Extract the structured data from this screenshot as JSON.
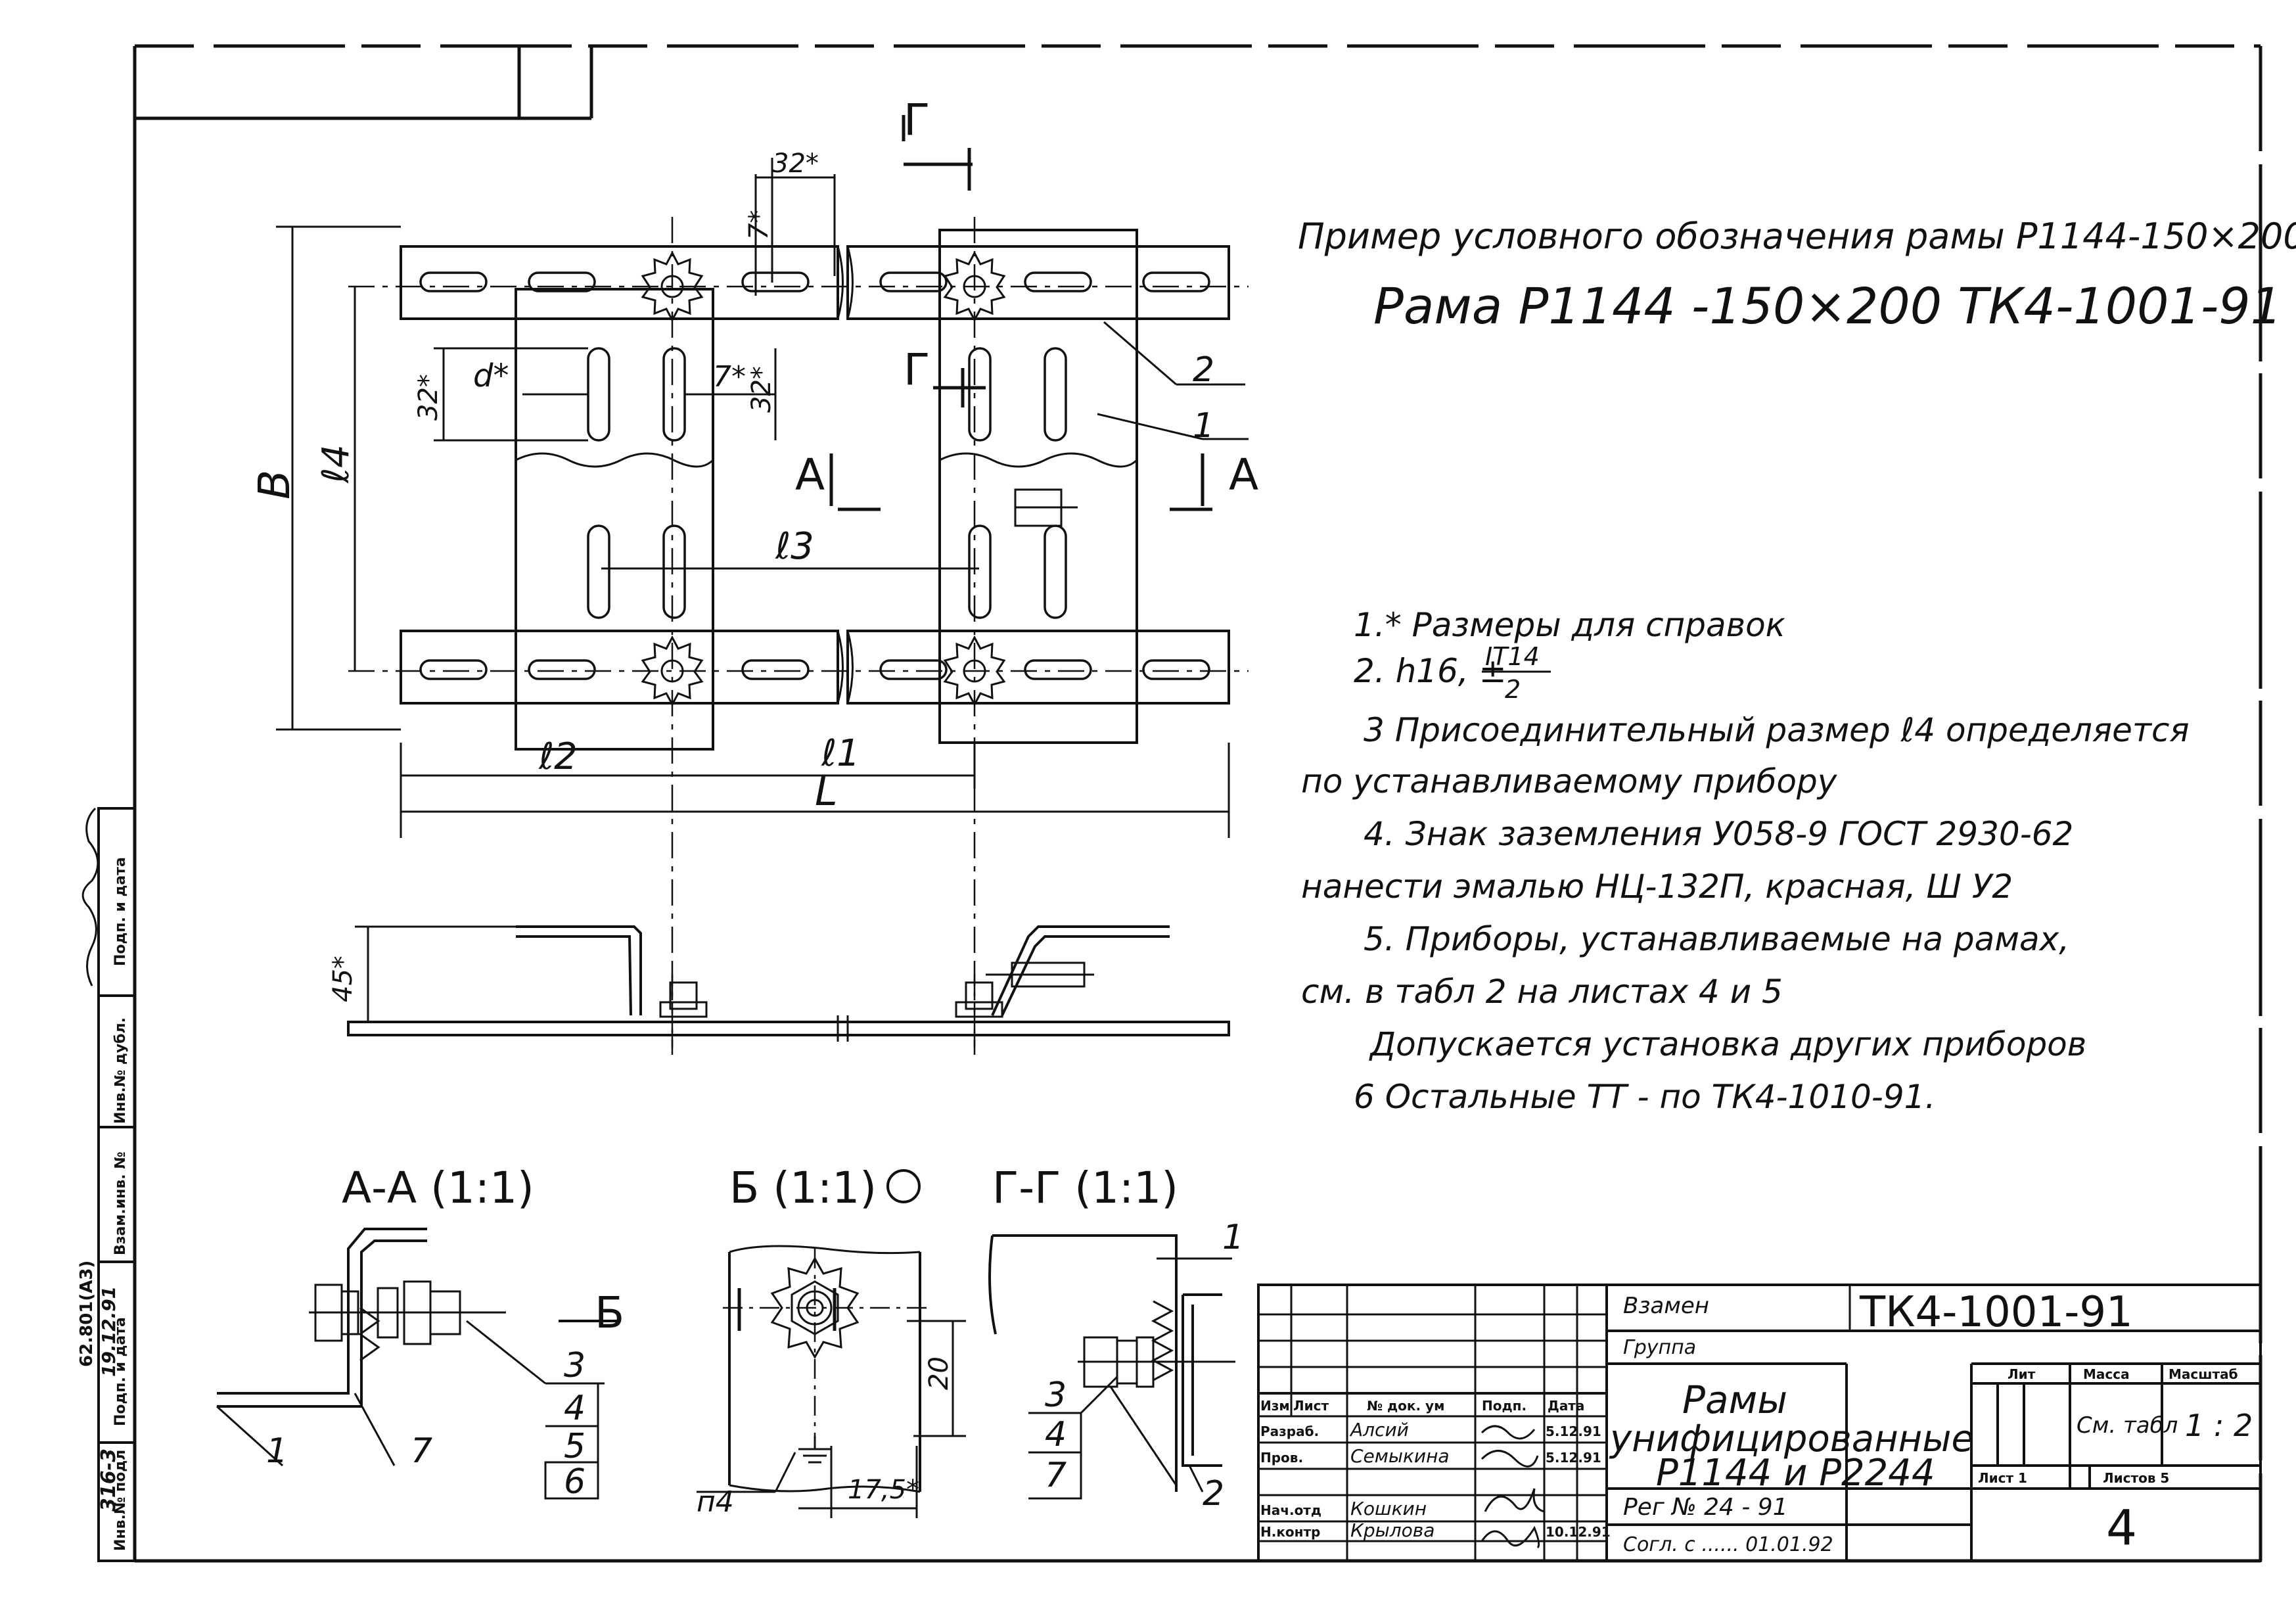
{
  "example_note": {
    "line1": "Пример условного обозначения рамы Р1144-150×200",
    "line2": "Рама Р1144 -150×200 ТК4-1001-91"
  },
  "notes": [
    "1.* Размеры для справок",
    "2. h16, ±",
    "3 Присоединительный размер ℓ4 определяется",
    "по устанавливаемому прибору",
    "4. Знак заземления У058-9 ГОСТ 2930-62",
    "нанести эмалью НЦ-132П, красная, Ш У2",
    "5. Приборы, устанавливаемые на рамах,",
    "см. в табл 2 на листах 4 и 5",
    "Допускается установка других приборов",
    "6 Остальные ТТ - по ТК4-1010-91."
  ],
  "note2_fraction": {
    "numerator": "IT14",
    "denominator": "2"
  },
  "dimensions": {
    "d32_top": "32*",
    "d7_top": "7*",
    "d32_left": "32*",
    "d_star": "d*",
    "d7_mid": "7*",
    "d32_right": "32*",
    "B": "B",
    "l4": "ℓ4",
    "l3": "ℓ3",
    "l2": "ℓ2",
    "l1": "ℓ1",
    "L": "L",
    "d45": "45*",
    "d20": "20",
    "d17_5": "17,5*",
    "n4": "п4"
  },
  "view_labels": {
    "g_top": "Г",
    "g_mid": "Г",
    "a_left": "А",
    "a_right": "А",
    "callout_1": "1",
    "callout_2": "2",
    "b_arrow": "Б"
  },
  "sections": {
    "aa": "А-А (1:1)",
    "b": "Б (1:1)",
    "gg": "Г-Г (1:1)"
  },
  "section_callouts": {
    "aa_1": "1",
    "aa_7": "7",
    "aa_3": "3",
    "aa_4": "4",
    "aa_5": "5",
    "aa_6": "6",
    "gg_1": "1",
    "gg_3": "3",
    "gg_4": "4",
    "gg_7": "7",
    "gg_2": "2"
  },
  "title_block": {
    "vzamen": "Взамен",
    "gruppa": "Группа",
    "doc_code": "ТК4-1001-91",
    "title_l1": "Рамы",
    "title_l2": "унифицированные",
    "title_l3": "Р1144 и Р2244",
    "lit": "Лит",
    "massa": "Масса",
    "masshtab": "Масштаб",
    "massa_val": "См. табл",
    "scale_val": "1 : 2",
    "list_label": "Лист 1",
    "listov_label": "Листов 5",
    "reg": "Рег № 24 - 91",
    "sogl": "Согл. с ...... 01.01.92",
    "page_no": "4",
    "col_izm": "Изм",
    "col_list": "Лист",
    "col_doc": "№ док. ум",
    "col_podp": "Подп.",
    "col_data": "Дата",
    "rows": [
      {
        "role": "Разраб.",
        "name": "Алсий",
        "date": "5.12.91"
      },
      {
        "role": "Пров.",
        "name": "Семыкина",
        "date": "5.12.91"
      },
      {
        "role": "Нач.отд",
        "name": "Кошкин",
        "date": ""
      },
      {
        "role": "Н.контр",
        "name": "Крылова",
        "date": "10.12.91"
      }
    ]
  },
  "side_stamp": {
    "inv_podl": "Инв.№ подл",
    "podp_data": "Подп. и дата",
    "vzam_inv": "Взам.инв. №",
    "inv_dubl": "Инв.№ дубл.",
    "podp_data2": "Подп. и дата",
    "val1": "316-3",
    "val2": "19.12.91",
    "code": "62.801(А3)"
  }
}
